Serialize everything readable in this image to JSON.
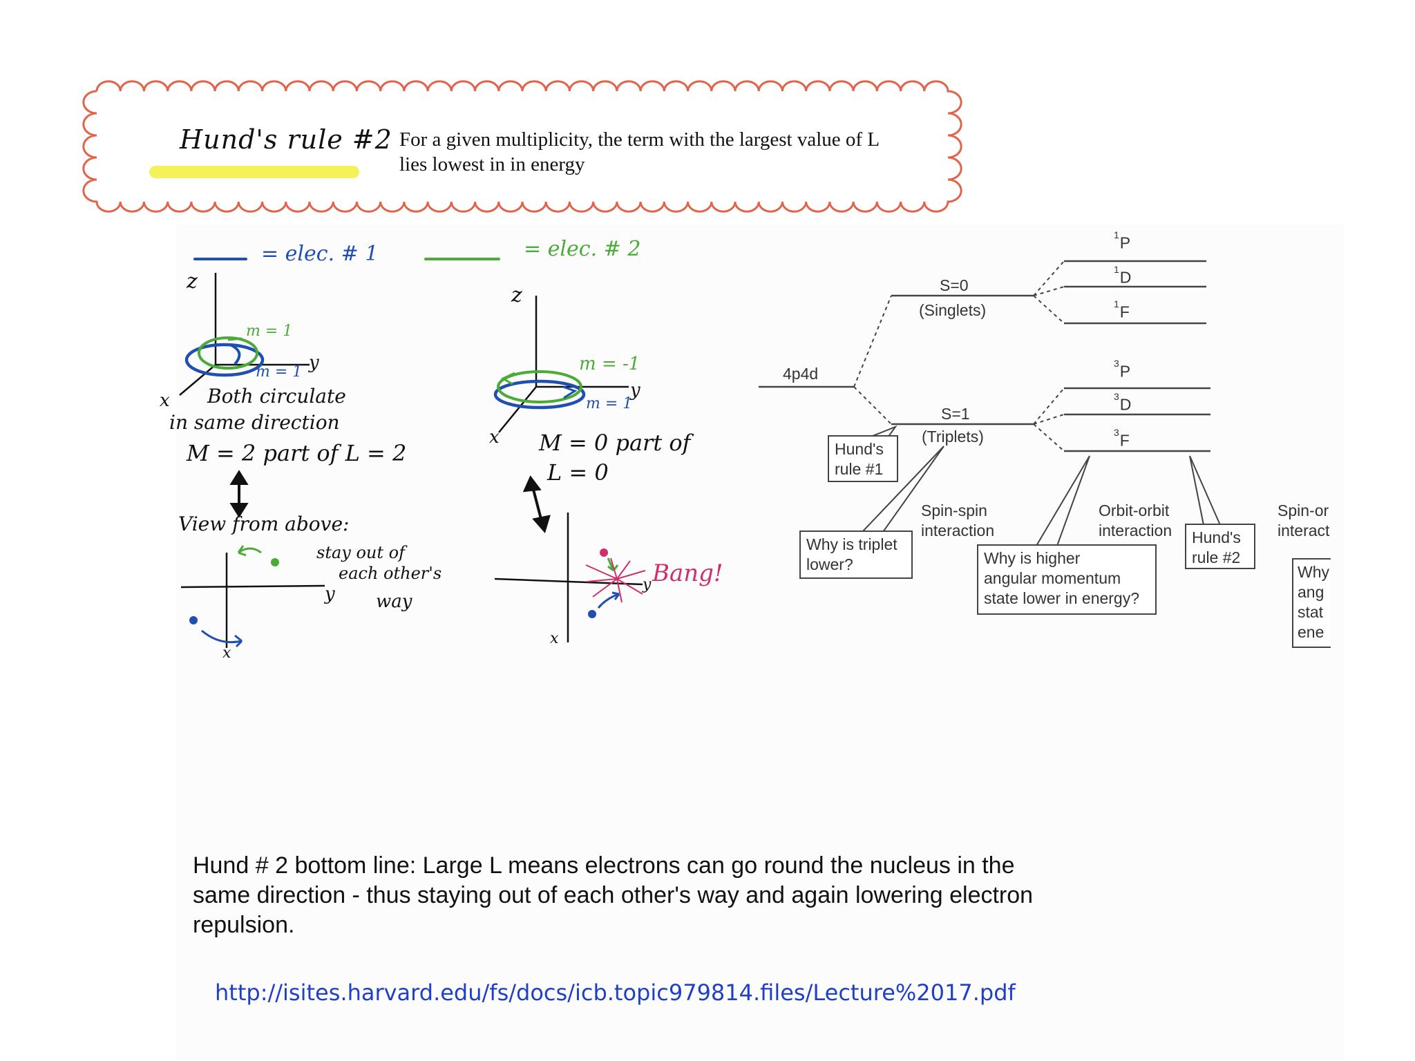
{
  "rule_box": {
    "title": "Hund's rule #2",
    "text_lines": [
      "For a given multiplicity, the term with the largest value of L",
      "lies lowest in in energy"
    ]
  },
  "sketch": {
    "legend_elec1": "= elec. # 1",
    "legend_elec2": "= elec. # 2",
    "left": {
      "axis_z": "z",
      "axis_y": "y",
      "axis_x": "x",
      "m_green": "m = 1",
      "m_blue": "m = 1",
      "note_line1": "Both circulate",
      "note_line2": "in same direction",
      "result": "M = 2  part of L = 2"
    },
    "right": {
      "axis_z": "z",
      "axis_y": "y",
      "axis_x": "x",
      "m_green": "m = -1",
      "m_blue": "m = 1",
      "result_line1": "M = 0  part of",
      "result_line2": "L = 0"
    },
    "view_label": "View from above:",
    "view_left": {
      "axis_y": "y",
      "axis_x": "x",
      "note_line1": "stay out of",
      "note_line2": "each other's",
      "note_line3": "way"
    },
    "view_right": {
      "axis_y": "y",
      "axis_x": "x",
      "bang": "Bang!"
    }
  },
  "level_diagram": {
    "config": "4p4d",
    "singlet_label": "S=0",
    "singlet_sub": "(Singlets)",
    "triplet_label": "S=1",
    "triplet_sub": "(Triplets)",
    "singlet_terms": [
      {
        "mult": "1",
        "L": "P"
      },
      {
        "mult": "1",
        "L": "D"
      },
      {
        "mult": "1",
        "L": "F"
      }
    ],
    "triplet_terms": [
      {
        "mult": "3",
        "L": "P"
      },
      {
        "mult": "3",
        "L": "D"
      },
      {
        "mult": "3",
        "L": "F"
      }
    ],
    "hund1_box": [
      "Hund's",
      "rule #1"
    ],
    "spin_spin": [
      "Spin-spin",
      "interaction"
    ],
    "why_triplet_box": [
      "Why is triplet",
      "lower?"
    ],
    "orbit_orbit": [
      "Orbit-orbit",
      "interaction"
    ],
    "hund2_box": [
      "Hund's",
      "rule #2"
    ],
    "why_higher_box": [
      "Why is higher",
      "angular momentum",
      "state lower in energy?"
    ],
    "spin_orbit_cut": [
      "Spin-or",
      "interact"
    ],
    "why_cut_box": [
      "Why",
      "ang",
      "stat",
      "ene"
    ]
  },
  "bottom_line": [
    "Hund # 2 bottom line: Large L means electrons can go round the nucleus in the",
    "same direction - thus staying out of each other's way and again lowering electron",
    "repulsion."
  ],
  "url": "http://isites.harvard.edu/fs/docs/icb.topic979814.files/Lecture%2017.pdf",
  "colors": {
    "cloud": "#e0634a",
    "highlight": "#f3ef3c",
    "electron1": "#1f4fb0",
    "electron2": "#4aab37",
    "bang": "#d0306a",
    "link": "#1f3fc4"
  }
}
